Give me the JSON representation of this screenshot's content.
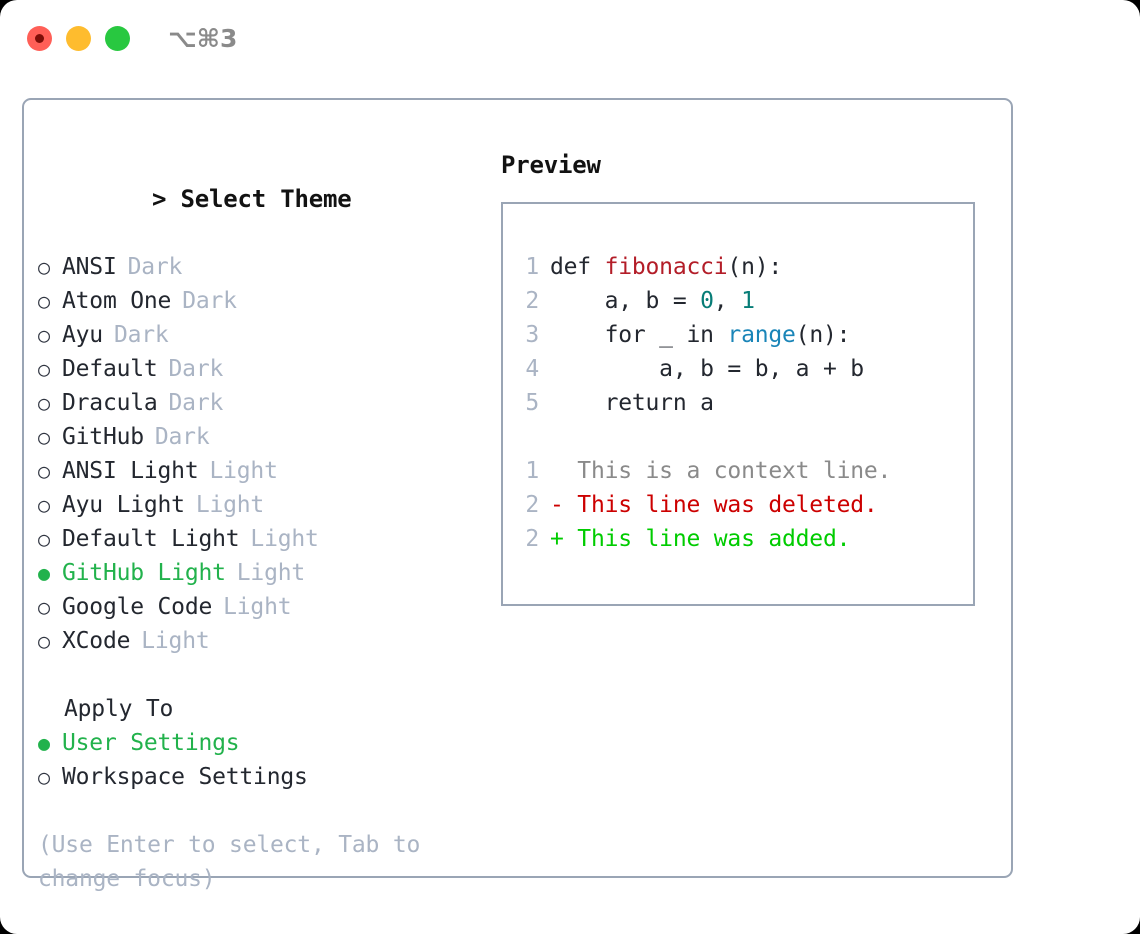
{
  "window": {
    "shortcut_label": "⌥⌘3",
    "traffic_lights": [
      {
        "name": "close",
        "color": "#ff5f57"
      },
      {
        "name": "minimize",
        "color": "#febc2e"
      },
      {
        "name": "maximize",
        "color": "#28c840"
      }
    ]
  },
  "theme_picker": {
    "caret": ">",
    "title": "Select Theme",
    "bullet_unselected": "○",
    "bullet_selected": "●",
    "items": [
      {
        "label": "ANSI",
        "tag": "Dark",
        "selected": false
      },
      {
        "label": "Atom One",
        "tag": "Dark",
        "selected": false
      },
      {
        "label": "Ayu",
        "tag": "Dark",
        "selected": false
      },
      {
        "label": "Default",
        "tag": "Dark",
        "selected": false
      },
      {
        "label": "Dracula",
        "tag": "Dark",
        "selected": false
      },
      {
        "label": "GitHub",
        "tag": "Dark",
        "selected": false
      },
      {
        "label": "ANSI Light",
        "tag": "Light",
        "selected": false
      },
      {
        "label": "Ayu Light",
        "tag": "Light",
        "selected": false
      },
      {
        "label": "Default Light",
        "tag": "Light",
        "selected": false
      },
      {
        "label": "GitHub Light",
        "tag": "Light",
        "selected": true
      },
      {
        "label": "Google Code",
        "tag": "Light",
        "selected": false
      },
      {
        "label": "XCode",
        "tag": "Light",
        "selected": false
      }
    ]
  },
  "apply_to": {
    "title": "Apply To",
    "items": [
      {
        "label": "User Settings",
        "selected": true
      },
      {
        "label": "Workspace Settings",
        "selected": false
      }
    ]
  },
  "hint": {
    "text": "(Use Enter to select, Tab to change focus)"
  },
  "preview": {
    "title": "Preview",
    "code_lines": [
      {
        "num": "1",
        "tokens": [
          {
            "t": "def ",
            "c": "plain"
          },
          {
            "t": "fibonacci",
            "c": "fn"
          },
          {
            "t": "(n):",
            "c": "plain"
          }
        ]
      },
      {
        "num": "2",
        "tokens": [
          {
            "t": "    a, b = ",
            "c": "plain"
          },
          {
            "t": "0",
            "c": "num"
          },
          {
            "t": ", ",
            "c": "plain"
          },
          {
            "t": "1",
            "c": "num"
          }
        ]
      },
      {
        "num": "3",
        "tokens": [
          {
            "t": "    for _ in ",
            "c": "plain"
          },
          {
            "t": "range",
            "c": "call"
          },
          {
            "t": "(n):",
            "c": "plain"
          }
        ]
      },
      {
        "num": "4",
        "tokens": [
          {
            "t": "        a, b = b, a + b",
            "c": "plain"
          }
        ]
      },
      {
        "num": "5",
        "tokens": [
          {
            "t": "    return a",
            "c": "plain"
          }
        ]
      }
    ],
    "diff_lines": [
      {
        "num": "1",
        "marker": " ",
        "text": " This is a context line.",
        "kind": "ctx"
      },
      {
        "num": "2",
        "marker": "-",
        "text": " This line was deleted.",
        "kind": "del"
      },
      {
        "num": "2",
        "marker": "+",
        "text": " This line was added.",
        "kind": "add"
      }
    ]
  },
  "colors": {
    "accent_green": "#22b24c",
    "border": "#9aa5b5",
    "muted": "#aab4c4",
    "diff_deleted": "#cc0000",
    "diff_added": "#00cc00",
    "token_function": "#b31d28",
    "token_number": "#077d77",
    "token_call": "#1a85b8"
  }
}
